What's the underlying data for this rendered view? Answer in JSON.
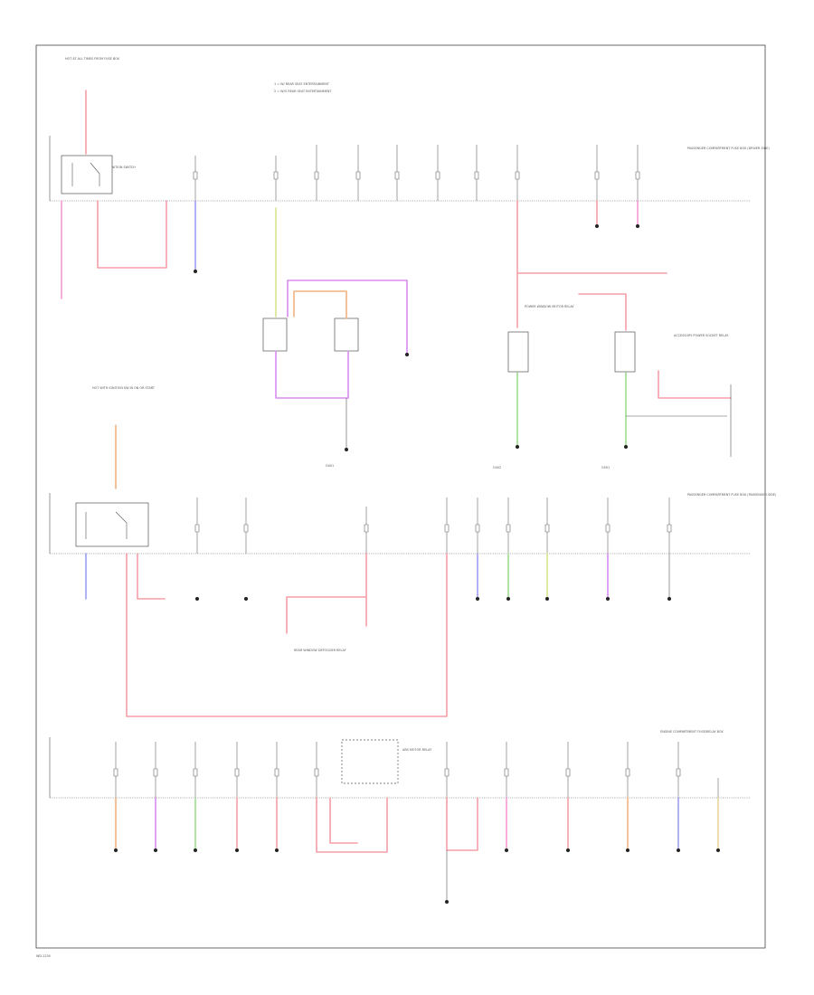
{
  "page": {
    "footer_code": "WD-1234",
    "legend": [
      "1 = W/ REAR SEAT ENTERTAINMENT",
      "2 = W/O REAR SEAT ENTERTAINMENT"
    ]
  },
  "fuse_boxes": [
    "PASSENGER COMPARTMENT FUSE BOX (DRIVER SIDE)",
    "PASSENGER COMPARTMENT FUSE BOX (PASSENGER SIDE)",
    "ENGINE COMPARTMENT FUSE/RELAY BOX"
  ],
  "components": {
    "top_power": "HOT AT ALL TIMES FROM FUSE BOX",
    "mid_power": "HOT WITH IGNITION SW IN ON OR START",
    "ignition": "IGNITION SWITCH",
    "g401": "G401",
    "g402": "G402",
    "g501": "G501",
    "motor_relay": "POWER WINDOW MOTOR RELAY",
    "acc_relay": "ACCESSORY POWER SOCKET RELAY",
    "rear_relay": "REAR WINDOW DEFOGGER RELAY",
    "abs_relay": "ABS MOTOR RELAY"
  },
  "colors": {
    "red": "#f49ea6",
    "orange": "#f0b380",
    "yellow": "#d5e48a",
    "green": "#9fdc8f",
    "violet": "#d98bf0",
    "blue": "#9da0f0",
    "pink": "#f59ad3",
    "tan": "#e8d49a",
    "frame": "#444444"
  }
}
